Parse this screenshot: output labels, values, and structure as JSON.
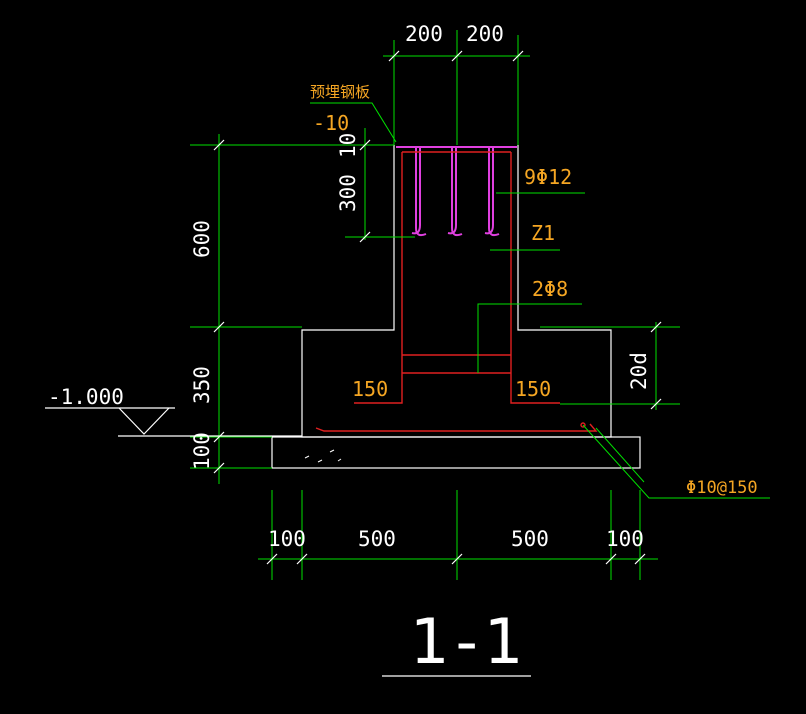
{
  "title": "1-1",
  "colors": {
    "background": "#000000",
    "dimension": "#00e000",
    "outline": "#ffffff",
    "rebar": "#e02020",
    "plate": "#e040e0",
    "annotation": "#f5a623"
  },
  "labels": {
    "embedded_plate": "预埋钢板",
    "plate_thickness": "-10",
    "rebar_main": "9Φ12",
    "column_id": "Z1",
    "stirrup": "2Φ8",
    "bottom_rebar": "Φ10@150",
    "anchor_left": "150",
    "anchor_right": "150",
    "elevation": "-1.000"
  },
  "dimensions": {
    "top_left": "200",
    "top_right": "200",
    "plate_thk": "10",
    "anchor_len": "300",
    "column_h": "600",
    "footing_h": "350",
    "cushion_h": "100",
    "lap_len": "20d",
    "bottom": [
      "100",
      "500",
      "500",
      "100"
    ]
  }
}
